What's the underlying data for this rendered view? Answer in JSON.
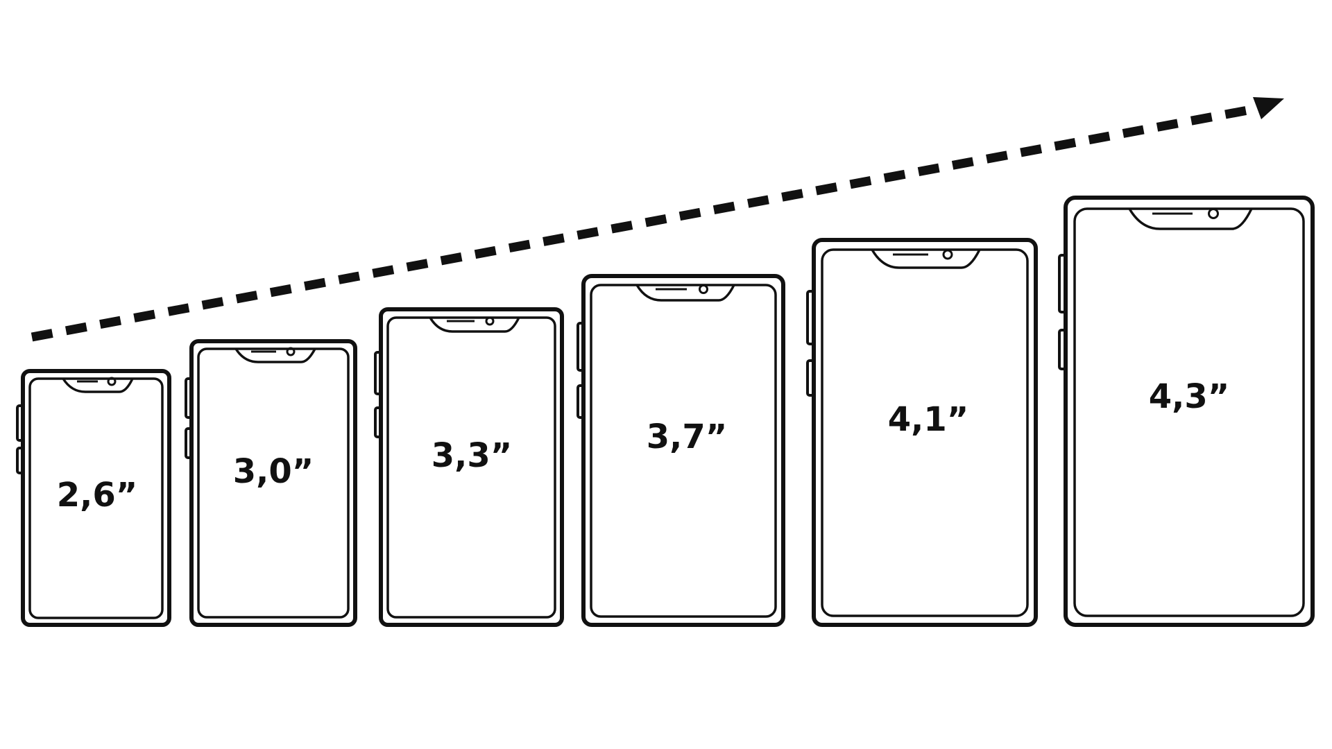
{
  "diagram": {
    "colors": {
      "stroke": "#111111",
      "background": "#ffffff",
      "label": "#111111"
    },
    "arrow": {
      "style": "dashed",
      "direction": "up-right"
    },
    "phones": [
      {
        "label": "2,6”"
      },
      {
        "label": "3,0”"
      },
      {
        "label": "3,3”"
      },
      {
        "label": "3,7”"
      },
      {
        "label": "4,1”"
      },
      {
        "label": "4,3”"
      }
    ]
  }
}
